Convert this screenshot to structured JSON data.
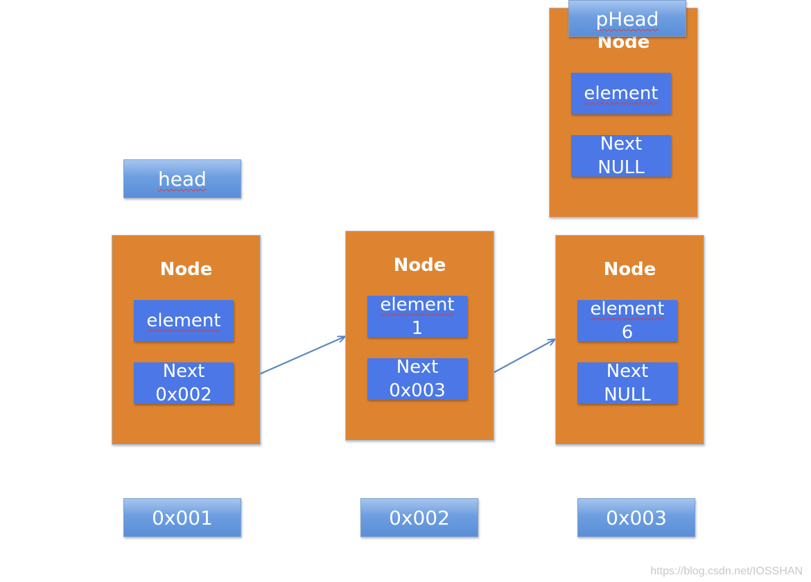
{
  "labels": {
    "head": "head",
    "phead": "pHead",
    "addr1": "0x001",
    "addr2": "0x002",
    "addr3": "0x003"
  },
  "nodes": [
    {
      "title": "Node",
      "element_label": "element",
      "element_value": "",
      "next_label": "Next",
      "next_value": "0x002"
    },
    {
      "title": "Node",
      "element_label": "element",
      "element_value": "1",
      "next_label": "Next",
      "next_value": "0x003"
    },
    {
      "title": "Node",
      "element_label": "element",
      "element_value": "6",
      "next_label": "Next",
      "next_value": "NULL"
    },
    {
      "title": "Node",
      "element_label": "element",
      "element_value": "",
      "next_label": "Next",
      "next_value": "NULL"
    }
  ],
  "watermark": "https://blog.csdn.net/IOSSHAN",
  "colors": {
    "node_fill": "#de8430",
    "field_fill": "#4b78e6",
    "label_fill": "#6e9ee0",
    "arrow": "#5b87c0"
  }
}
